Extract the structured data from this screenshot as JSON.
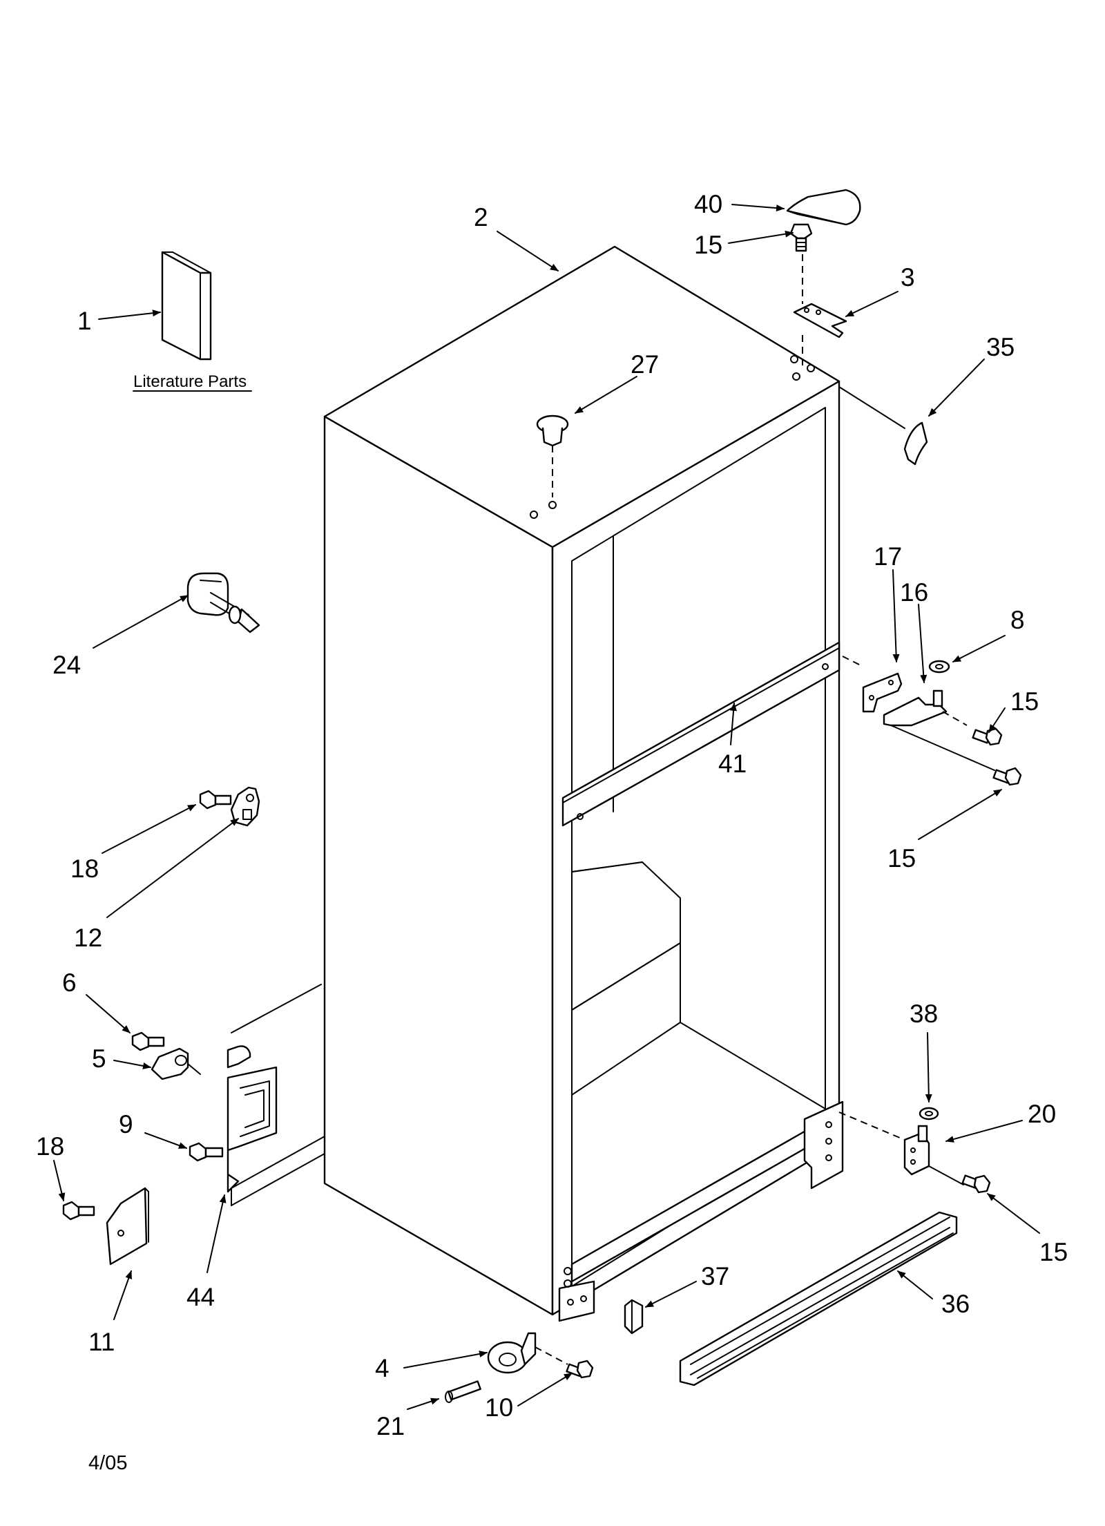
{
  "callouts": [
    {
      "id": "1",
      "text": "1"
    },
    {
      "id": "2",
      "text": "2"
    },
    {
      "id": "3",
      "text": "3"
    },
    {
      "id": "4",
      "text": "4"
    },
    {
      "id": "5",
      "text": "5"
    },
    {
      "id": "6",
      "text": "6"
    },
    {
      "id": "8",
      "text": "8"
    },
    {
      "id": "9",
      "text": "9"
    },
    {
      "id": "10",
      "text": "10"
    },
    {
      "id": "11",
      "text": "11"
    },
    {
      "id": "12",
      "text": "12"
    },
    {
      "id": "15a",
      "text": "15"
    },
    {
      "id": "15b",
      "text": "15"
    },
    {
      "id": "15c",
      "text": "15"
    },
    {
      "id": "15d",
      "text": "15"
    },
    {
      "id": "16",
      "text": "16"
    },
    {
      "id": "17",
      "text": "17"
    },
    {
      "id": "18a",
      "text": "18"
    },
    {
      "id": "18b",
      "text": "18"
    },
    {
      "id": "20",
      "text": "20"
    },
    {
      "id": "21",
      "text": "21"
    },
    {
      "id": "24",
      "text": "24"
    },
    {
      "id": "27",
      "text": "27"
    },
    {
      "id": "35",
      "text": "35"
    },
    {
      "id": "36",
      "text": "36"
    },
    {
      "id": "37",
      "text": "37"
    },
    {
      "id": "38",
      "text": "38"
    },
    {
      "id": "40",
      "text": "40"
    },
    {
      "id": "41",
      "text": "41"
    },
    {
      "id": "44",
      "text": "44"
    }
  ],
  "literature_label": "Literature Parts",
  "date_code": "4/05"
}
